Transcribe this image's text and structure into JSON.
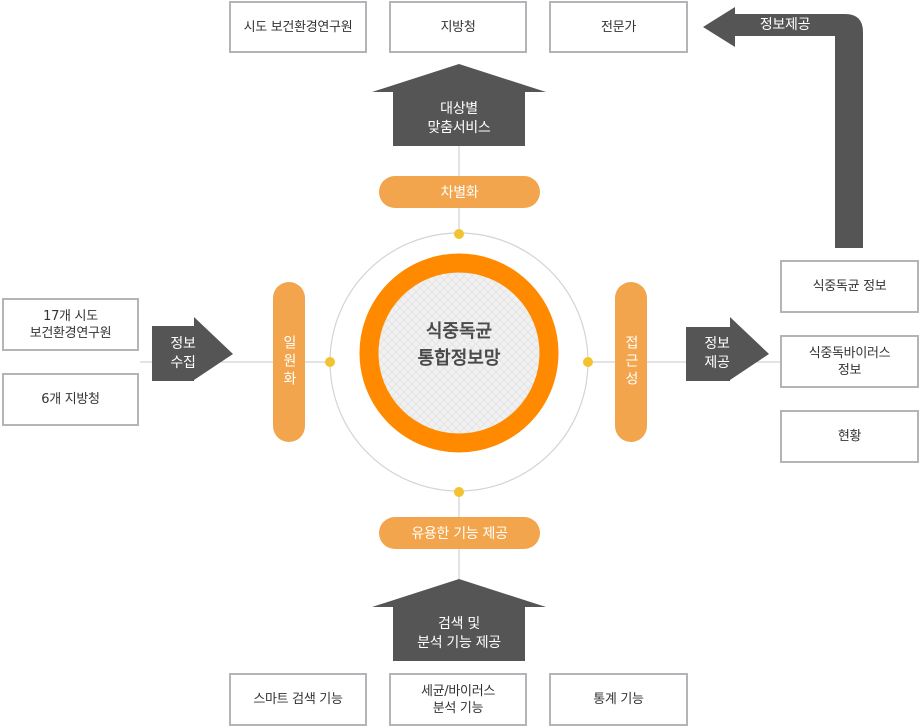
{
  "center": {
    "title": "식중독균\n통합정보망"
  },
  "pills": {
    "top": "차별화",
    "bottom": "유용한 기능 제공",
    "left": "일원화",
    "right": "접근성"
  },
  "arrows": {
    "top": "대상별\n맞춤서비스",
    "bottom": "검색 및\n분석 기능 제공",
    "left": "정보\n수집",
    "right": "정보\n제공",
    "corner": "정보제공"
  },
  "top_boxes": [
    "시도 보건환경연구원",
    "지방청",
    "전문가"
  ],
  "bottom_boxes": [
    "스마트 검색 기능",
    "세균/바이러스\n분석 기능",
    "통계 기능"
  ],
  "left_boxes": [
    "17개 시도\n보건환경연구원",
    "6개 지방청"
  ],
  "right_boxes": [
    "식중독균 정보",
    "식중독바이러스\n정보",
    "현황"
  ],
  "colors": {
    "orange": "#ff8a00",
    "pill": "#f3a54d",
    "arrow": "#555555",
    "border": "#b4b4b8",
    "dot": "#f2c32f"
  }
}
